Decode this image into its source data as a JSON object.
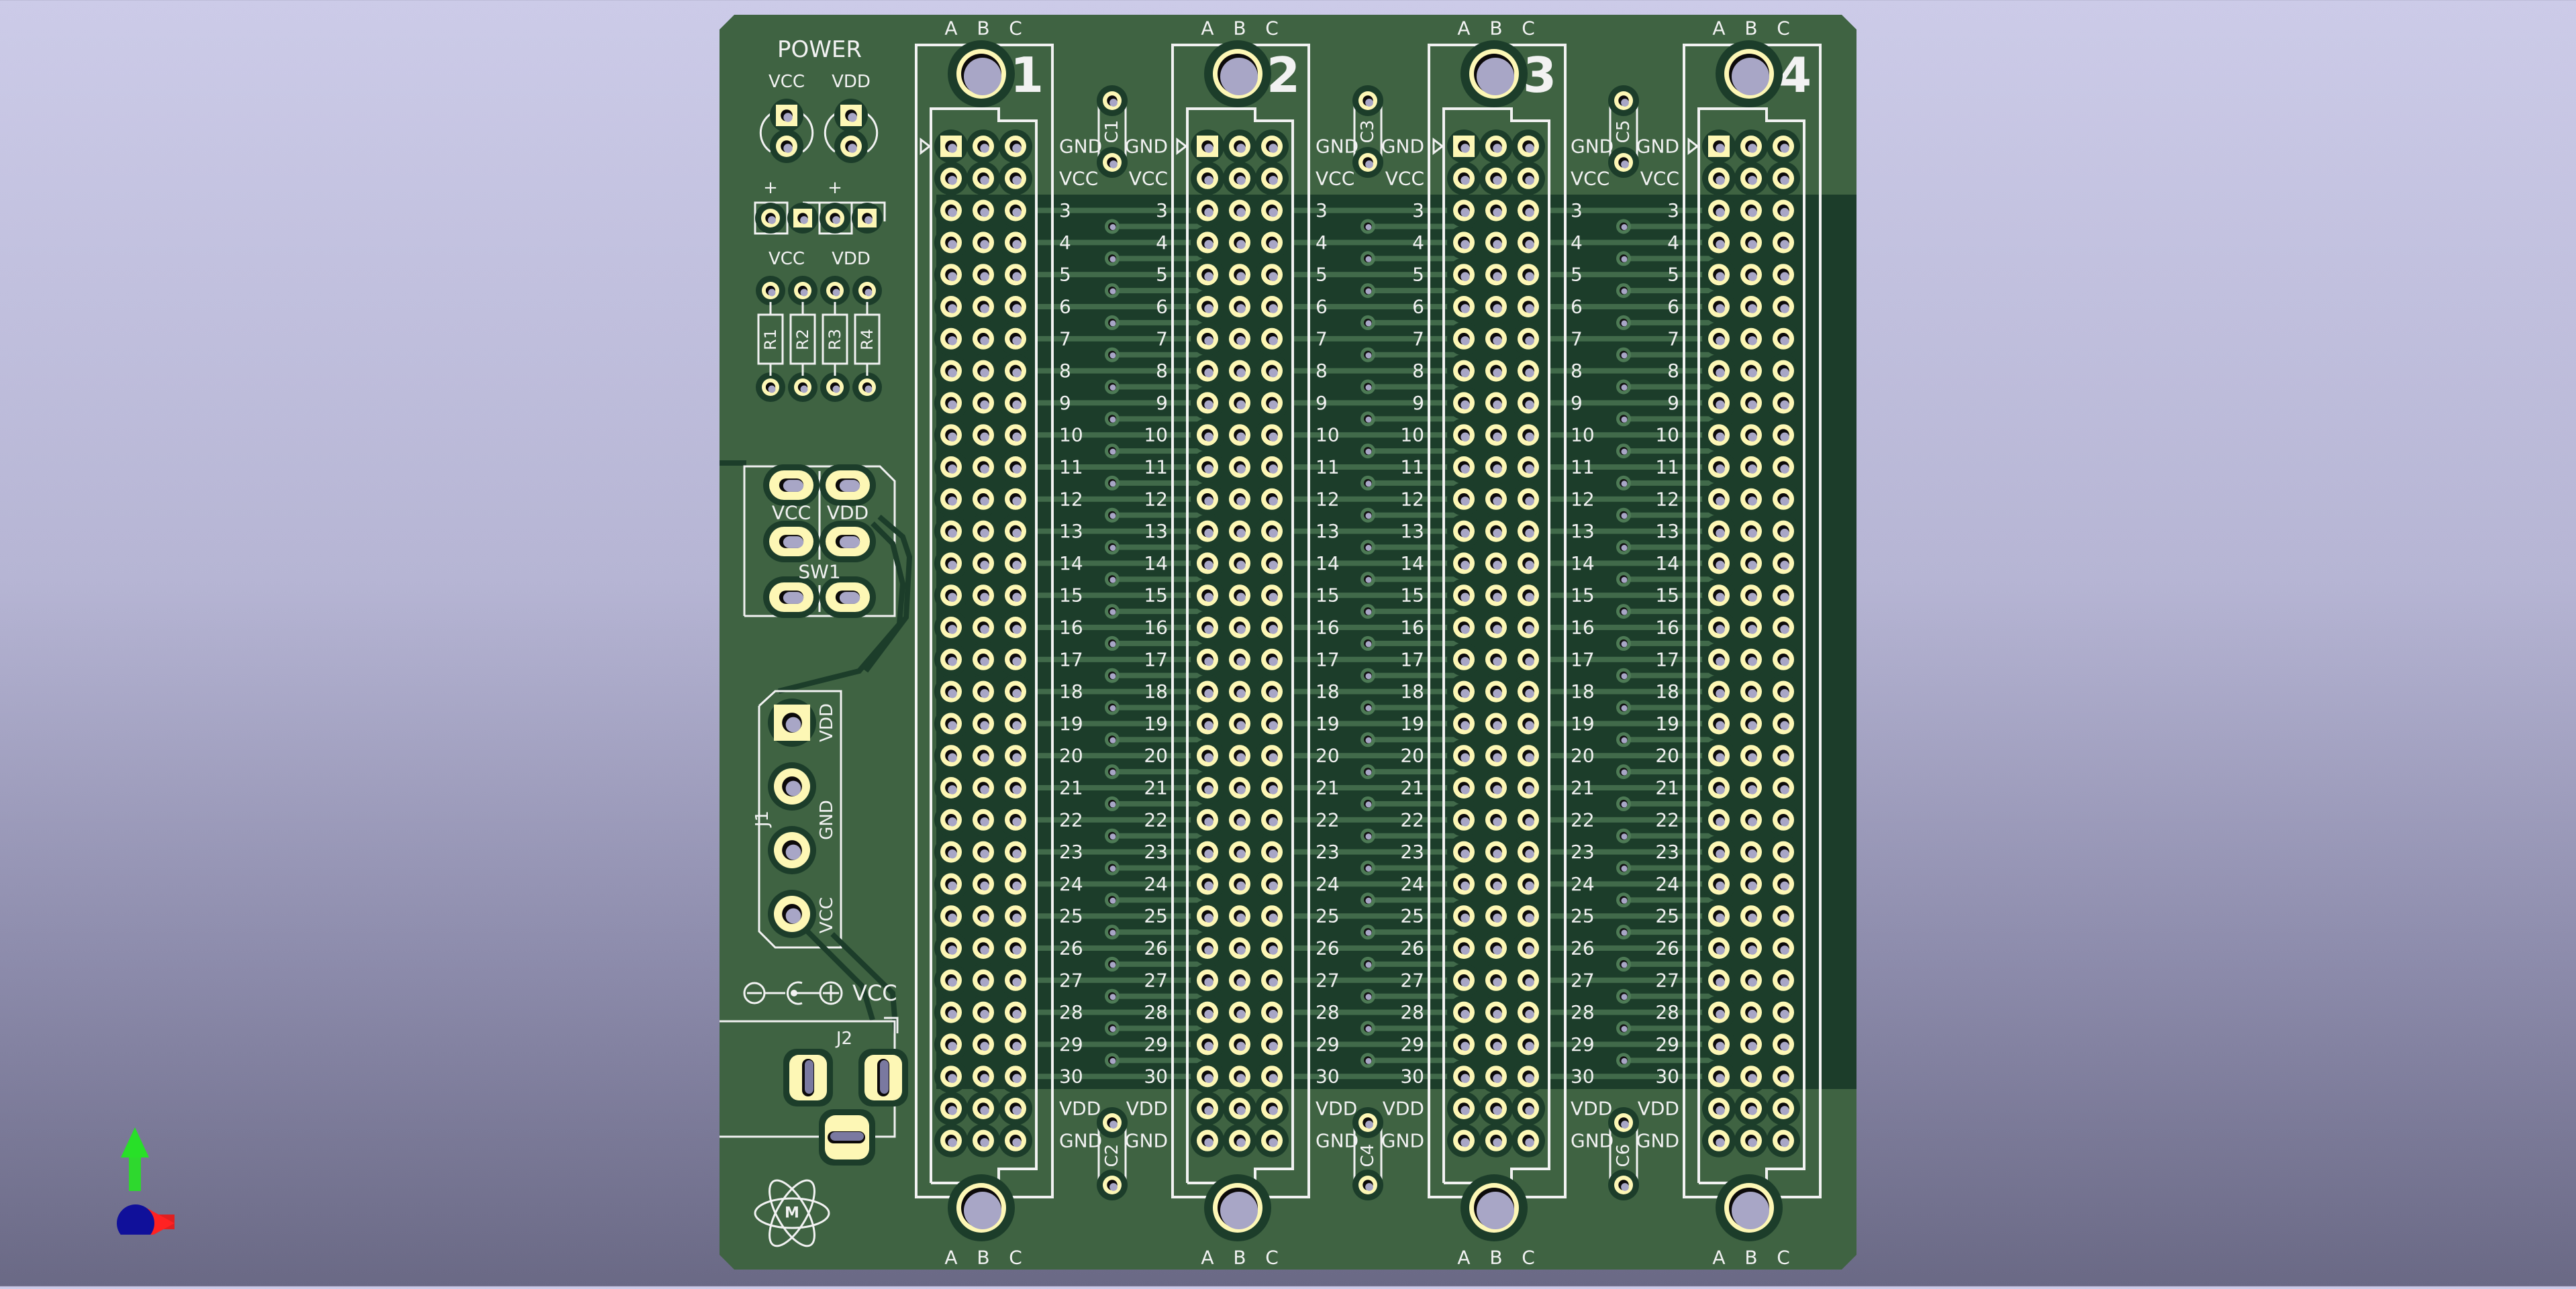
{
  "viewer": {
    "background_top": "#cccbe8",
    "background_bottom": "#6a6985"
  },
  "board": {
    "color_soldermask": "#3f6342",
    "color_copper_pour": "#1c3d2a",
    "color_trace": "#4d7a55",
    "color_pad": "#fdf7b5",
    "color_silk": "#f2f2f2",
    "color_hole": "#a8a6c6"
  },
  "power_section": {
    "title": "POWER",
    "leds": [
      {
        "label": "VCC"
      },
      {
        "label": "VDD"
      }
    ],
    "polarity_marks": [
      "+",
      "+"
    ],
    "resistor_group_labels": [
      "VCC",
      "VDD"
    ],
    "resistors": [
      "R1",
      "R2",
      "R3",
      "R4"
    ],
    "switch": {
      "ref": "SW1",
      "labels": [
        "VCC",
        "VDD"
      ]
    },
    "connector_j1": {
      "ref": "J1",
      "pins": [
        "VDD",
        "GND",
        "VCC"
      ]
    },
    "barrel_jack": {
      "ref": "J2",
      "polarity_label": "VCC",
      "polarity_symbol": "⊖-◐-⊕"
    }
  },
  "columns": [
    {
      "number": "1",
      "header": [
        "A",
        "B",
        "C"
      ],
      "footer": [
        "A",
        "B",
        "C"
      ]
    },
    {
      "number": "2",
      "header": [
        "A",
        "B",
        "C"
      ],
      "footer": [
        "A",
        "B",
        "C"
      ]
    },
    {
      "number": "3",
      "header": [
        "A",
        "B",
        "C"
      ],
      "footer": [
        "A",
        "B",
        "C"
      ]
    },
    {
      "number": "4",
      "header": [
        "A",
        "B",
        "C"
      ],
      "footer": [
        "A",
        "B",
        "C"
      ]
    }
  ],
  "row_labels": [
    "GND",
    "VCC",
    "3",
    "4",
    "5",
    "6",
    "7",
    "8",
    "9",
    "10",
    "11",
    "12",
    "13",
    "14",
    "15",
    "16",
    "17",
    "18",
    "19",
    "20",
    "21",
    "22",
    "23",
    "24",
    "25",
    "26",
    "27",
    "28",
    "29",
    "30",
    "VDD",
    "GND"
  ],
  "capacitors": {
    "top": [
      "C1",
      "C3",
      "C5"
    ],
    "bottom": [
      "C2",
      "C4",
      "C6"
    ]
  },
  "logo": {
    "letter": "M"
  },
  "axis_gizmo": {
    "x_color": "#ff2020",
    "y_color": "#20e020",
    "z_color": "#10109a"
  }
}
